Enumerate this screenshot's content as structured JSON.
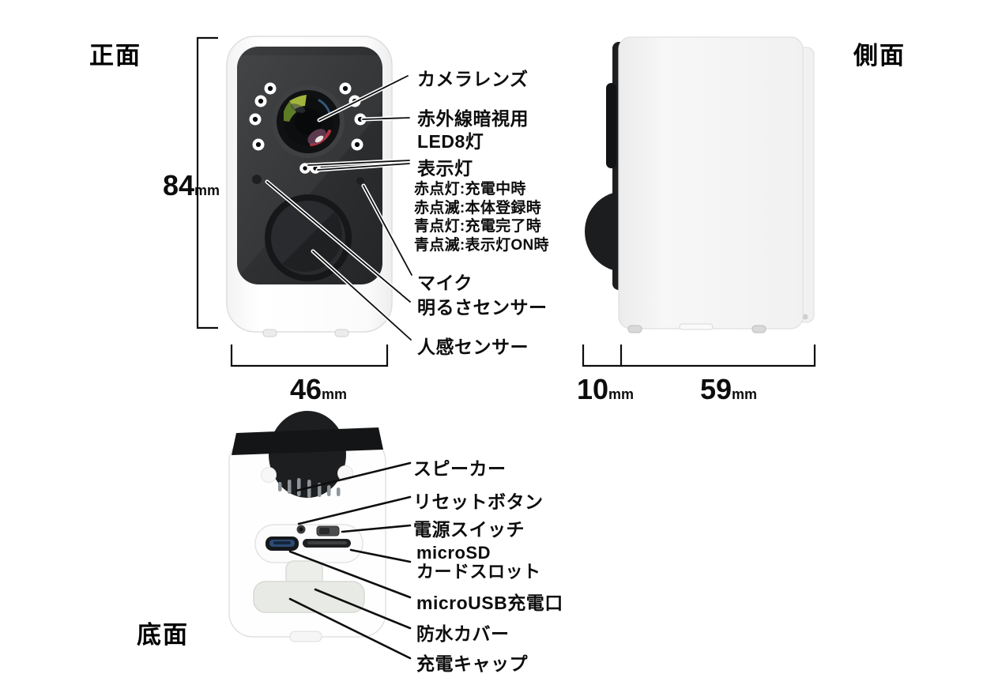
{
  "diagram": {
    "front": {
      "title": "正面",
      "height_value": "84",
      "height_unit": "mm",
      "width_value": "46",
      "width_unit": "mm",
      "labels": {
        "lens": "カメラレンズ",
        "ir_led_line1": "赤外線暗視用",
        "ir_led_line2": "LED8灯",
        "indicator": "表示灯",
        "indicator_states": [
          "赤点灯:充電中時",
          "赤点滅:本体登録時",
          "青点灯:充電完了時",
          "青点滅:表示灯ON時"
        ],
        "mic": "マイク",
        "brightness_sensor": "明るさセンサー",
        "motion_sensor": "人感センサー"
      }
    },
    "side": {
      "title": "側面",
      "protrusion_value": "10",
      "protrusion_unit": "mm",
      "depth_value": "59",
      "depth_unit": "mm"
    },
    "bottom": {
      "title": "底面",
      "labels": {
        "speaker": "スピーカー",
        "reset_button": "リセットボタン",
        "power_switch": "電源スイッチ",
        "sd_line1": "microSD",
        "sd_line2": "カードスロット",
        "usb": "microUSB充電口",
        "waterproof_cover": "防水カバー",
        "charge_cap": "充電キャップ"
      }
    }
  }
}
